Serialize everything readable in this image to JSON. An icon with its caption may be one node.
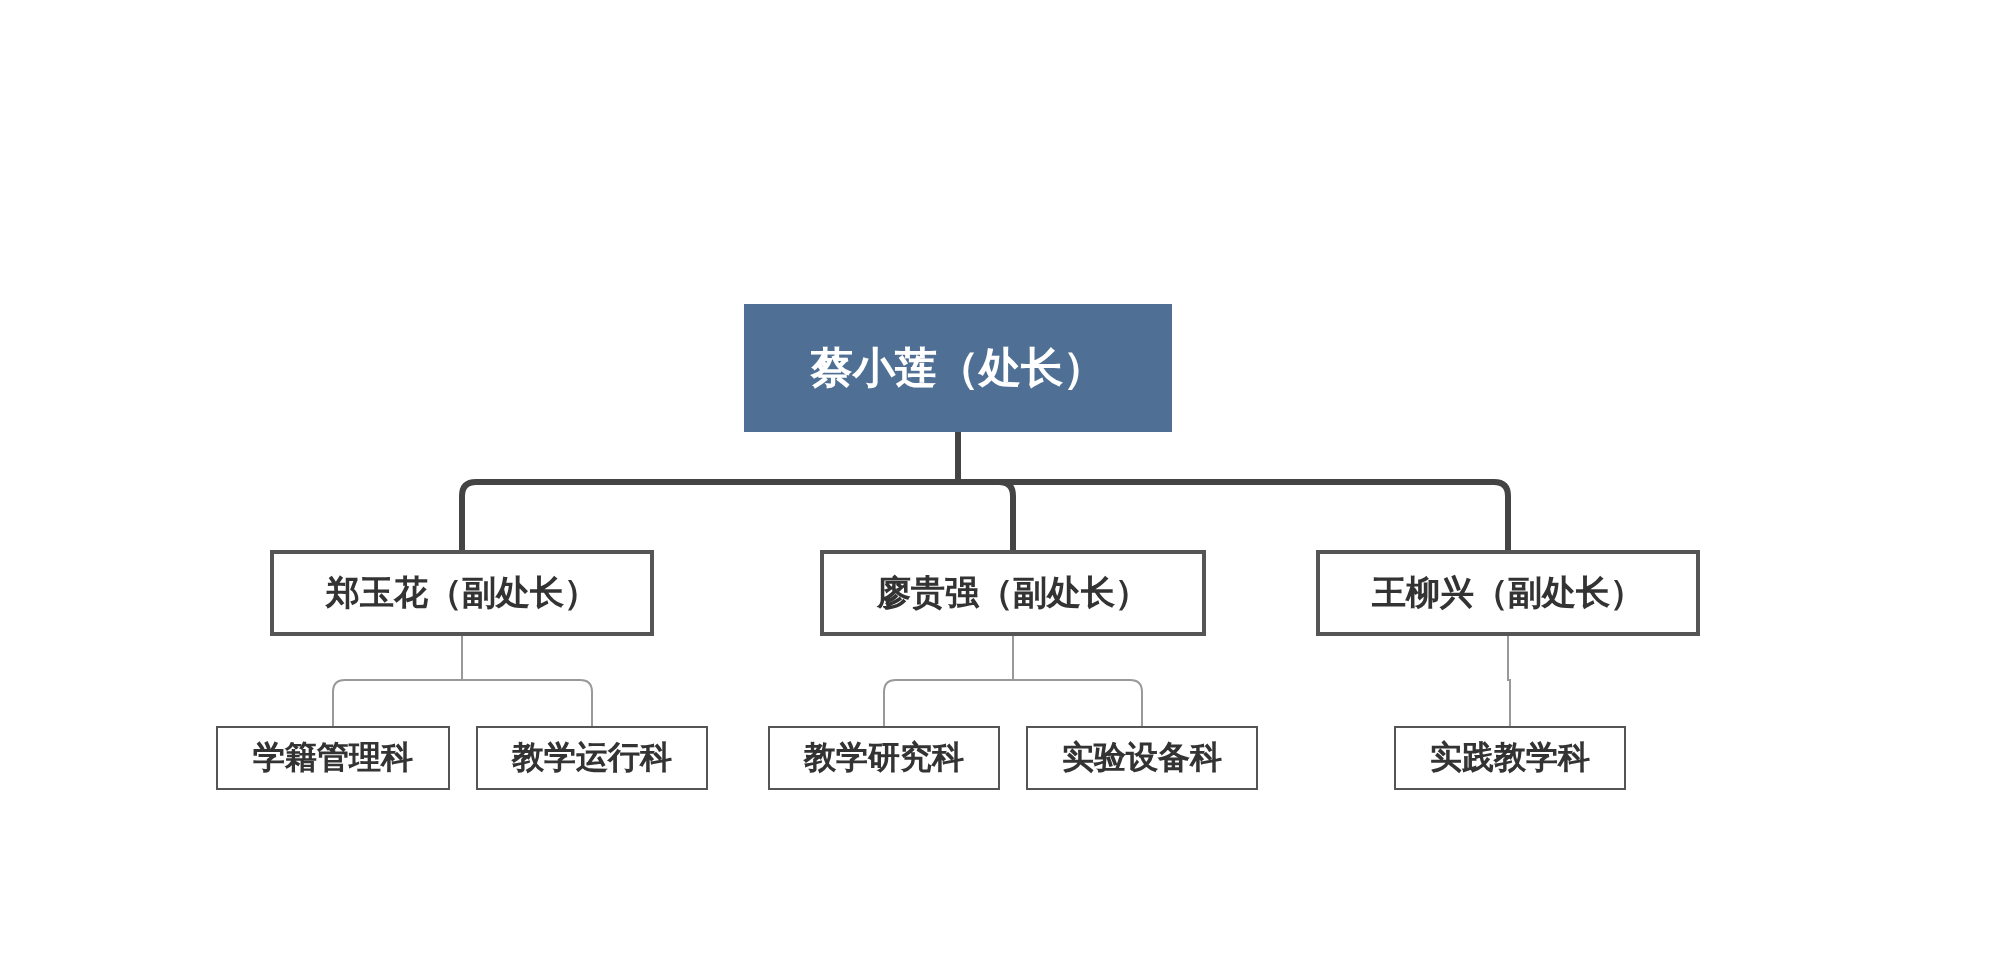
{
  "diagram": {
    "nodes": [
      {
        "text": [
          "蔡小莲（处长）"
        ]
      },
      {
        "text": [
          "郑玉花（副处长）"
        ]
      },
      {
        "text": [
          "廖贵强（副处长）"
        ]
      },
      {
        "text": [
          "王柳兴（副处长）"
        ]
      },
      {
        "text": [
          "学籍管理科"
        ]
      },
      {
        "text": [
          "教学运行科"
        ]
      },
      {
        "text": [
          "教学研究科"
        ]
      },
      {
        "text": [
          "实验设备科"
        ]
      },
      {
        "text": [
          "实践教学科"
        ]
      }
    ],
    "edges": [
      {
        "from": 0,
        "to": 1,
        "arrow": "none",
        "style": "thick"
      },
      {
        "from": 0,
        "to": 2,
        "arrow": "none",
        "style": "thick"
      },
      {
        "from": 0,
        "to": 3,
        "arrow": "none",
        "style": "thick"
      },
      {
        "from": 1,
        "to": 4,
        "arrow": "none"
      },
      {
        "from": 1,
        "to": 5,
        "arrow": "none"
      },
      {
        "from": 2,
        "to": 6,
        "arrow": "none"
      },
      {
        "from": 2,
        "to": 7,
        "arrow": "none"
      },
      {
        "from": 3,
        "to": 8,
        "arrow": "none"
      }
    ]
  }
}
